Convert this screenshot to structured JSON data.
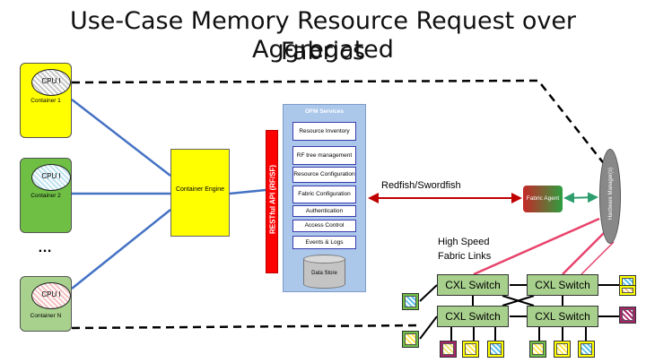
{
  "title": {
    "line1": "Use-Case Memory Resource Request over Aggregated",
    "line2": "Fabrics"
  },
  "containers": [
    {
      "cpu_label": "CPU I",
      "label": "Container 1",
      "color": "#ffff00",
      "cpu_color": "#c9c9c9"
    },
    {
      "cpu_label": "CPU I",
      "label": "Container 2",
      "color": "#6fbf45",
      "cpu_color": "#bfe3ef"
    },
    {
      "cpu_label": "CPU I",
      "label": "Container N",
      "color": "#a9d18e",
      "cpu_color": "#f4c2c2"
    }
  ],
  "ellipsis": "…",
  "container_engine": "Container Engine",
  "restful_api": "RESTful API (RF/SF)",
  "ofm": {
    "title": "OFM Services",
    "services": [
      "Resource Inventory",
      "RF tree management",
      "Resource Configuration",
      "Fabric Configuration",
      "Authentication",
      "Access Control",
      "Events & Logs"
    ],
    "data_store": "Data Store"
  },
  "redfish_label": "Redfish/Swordfish",
  "fabric_agent": "Fabric Agent",
  "hardware_manager": "Hardware Manager(s)",
  "high_speed_label": {
    "line1": "High Speed",
    "line2": "Fabric Links"
  },
  "switches": [
    "CXL Switch",
    "CXL Switch",
    "CXL Switch",
    "CXL Switch"
  ],
  "colors": {
    "link_blue": "#4472c4",
    "redfish_arrow": "#c00000",
    "agent_arrow": "#2e9e6e",
    "fabric_link": "#e8436b",
    "switch_link": "#000000"
  },
  "devices": [
    {
      "name": "left-top",
      "outer": "#6fbf45",
      "inner": "#5bc0e8"
    },
    {
      "name": "left-bottom",
      "outer": "#6fbf45",
      "inner": "#ffe94d"
    },
    {
      "name": "bottom-1",
      "outer": "#a8246a",
      "inner": "#f0e070"
    },
    {
      "name": "bottom-2",
      "outer": "#ffff00",
      "inner": "#ffe94d"
    },
    {
      "name": "bottom-3",
      "outer": "#ffff00",
      "inner": "#5bc0e8"
    },
    {
      "name": "bottom-4",
      "outer": "#6fbf45",
      "inner": "#ffe94d"
    },
    {
      "name": "bottom-5",
      "outer": "#ffff00",
      "inner": "#ffe94d"
    },
    {
      "name": "bottom-6",
      "outer": "#ffff00",
      "inner": "#5bc0e8"
    },
    {
      "name": "right-top",
      "outer": "#ffff00",
      "inner": "#5bc0e8"
    },
    {
      "name": "right-mid",
      "outer": "#ffff00",
      "inner": "#f0c070"
    },
    {
      "name": "right-bottom",
      "outer": "#a8246a",
      "inner": "#a8246a"
    }
  ]
}
